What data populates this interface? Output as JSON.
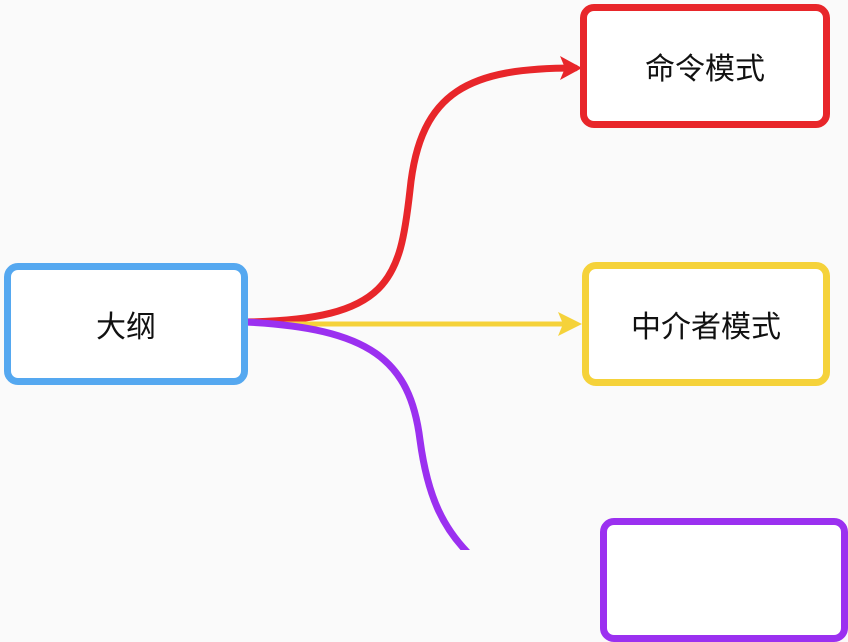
{
  "diagram": {
    "type": "mind-map",
    "root": {
      "label": "大纲",
      "color": "#55a8f0"
    },
    "children": [
      {
        "label": "命令模式",
        "color": "#e8262a"
      },
      {
        "label": "中介者模式",
        "color": "#f5d23a"
      },
      {
        "label": "",
        "color": "#9b30f0"
      }
    ],
    "background": "#fafafa"
  }
}
